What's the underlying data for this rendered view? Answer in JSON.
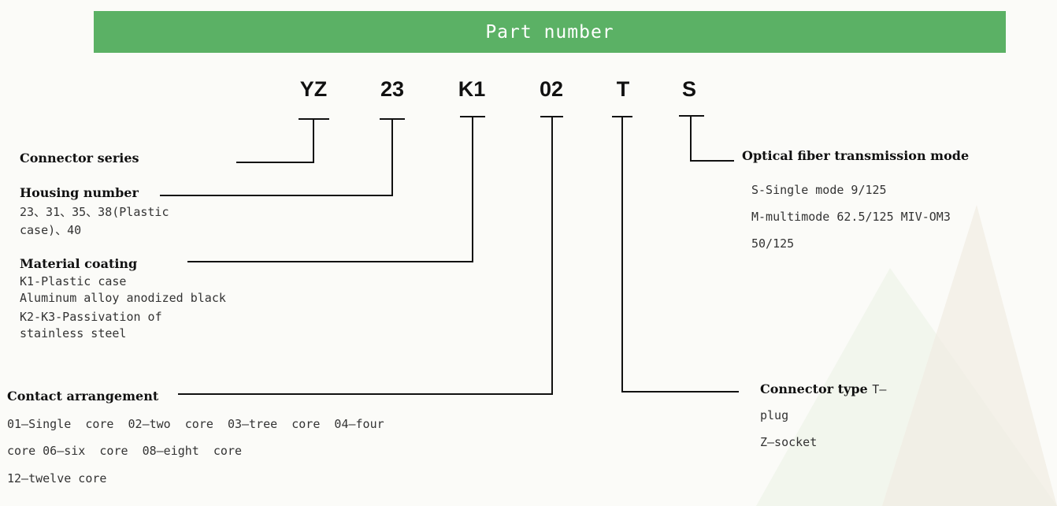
{
  "banner": {
    "title": "Part number"
  },
  "codes": [
    "YZ",
    "23",
    "K1",
    "02",
    "T",
    "S"
  ],
  "connector_series": {
    "heading": "Connector series"
  },
  "housing_number": {
    "heading": "Housing number",
    "lines": [
      "23、31、35、38(Plastic",
      "case)、40"
    ]
  },
  "material_coating": {
    "heading": "Material coating",
    "lines": [
      "K1-Plastic case",
      "Aluminum alloy anodized black",
      "K2-K3-Passivation of",
      "stainless steel"
    ]
  },
  "contact_arrangement": {
    "heading": "Contact arrangement",
    "lines": [
      "01—Single  core  02—two  core  03—tree  core  04—four",
      "core 06—six  core  08—eight  core",
      "12—twelve core"
    ]
  },
  "fiber_mode": {
    "heading": "Optical fiber transmission mode",
    "lines": [
      "S-Single mode 9/125",
      "M-multimode 62.5/125 MIV-OM3",
      "50/125"
    ]
  },
  "connector_type": {
    "heading": "Connector type",
    "heading_suffix": "T—",
    "lines": [
      "plug",
      "Z—socket"
    ]
  },
  "colors": {
    "banner": "#5bb165",
    "background": "#fbfbf8",
    "text": "#333333"
  }
}
